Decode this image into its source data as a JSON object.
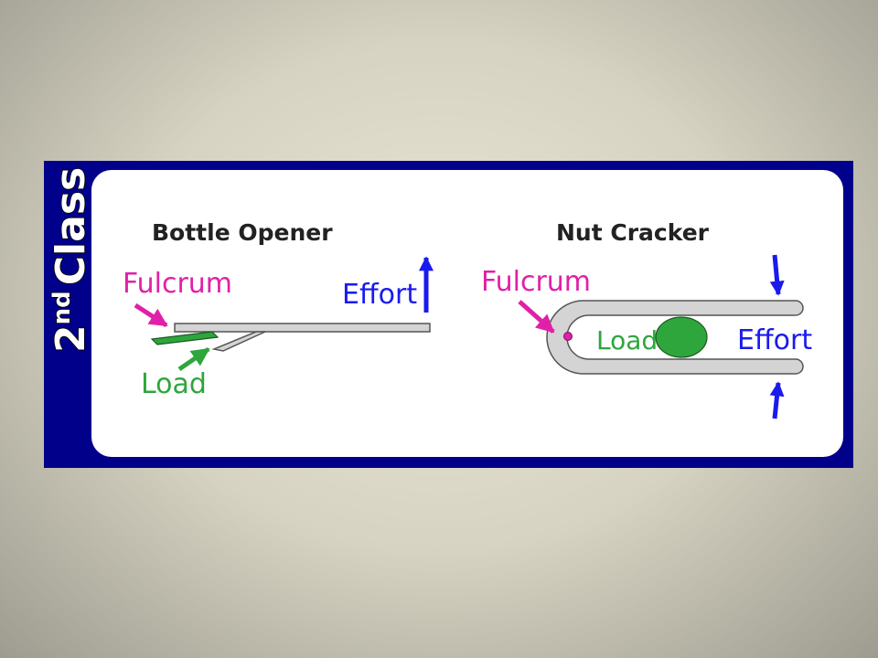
{
  "class_label": {
    "number": "2",
    "suffix": "nd",
    "word": "Class"
  },
  "bottle_opener": {
    "title": "Bottle Opener",
    "fulcrum_label": "Fulcrum",
    "load_label": "Load",
    "effort_label": "Effort"
  },
  "nut_cracker": {
    "title": "Nut Cracker",
    "fulcrum_label": "Fulcrum",
    "load_label": "Load",
    "effort_label": "Effort"
  },
  "colors": {
    "frame": "#00008b",
    "panel": "#ffffff",
    "fulcrum": "#e020a8",
    "load": "#2ea63c",
    "effort": "#1a1aee",
    "lever": "#d4d4d4",
    "lever_outline": "#555555"
  }
}
